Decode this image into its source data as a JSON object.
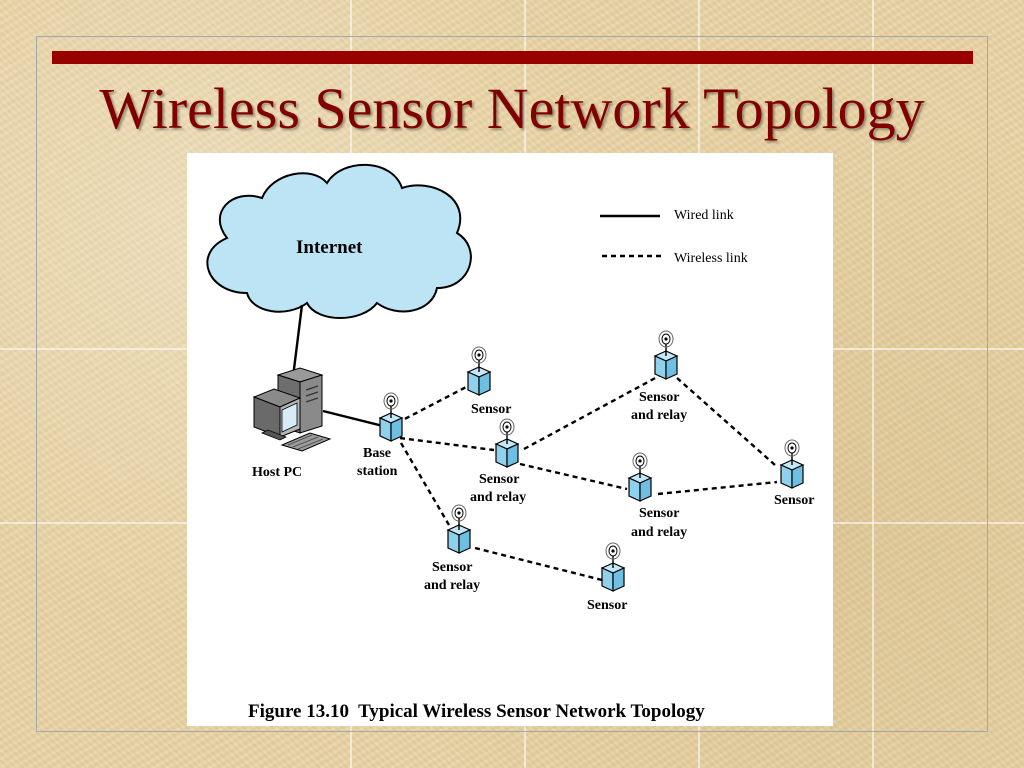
{
  "slide": {
    "title": "Wireless Sensor Network Topology"
  },
  "figure": {
    "caption": "Figure 13.10  Typical Wireless Sensor Network Topology",
    "legend": {
      "wired": "Wired link",
      "wireless": "Wireless link"
    },
    "internet_label": "Internet",
    "host_pc_label": "Host PC",
    "base_station_label": [
      "Base",
      "station"
    ],
    "sensor_label": "Sensor",
    "sensor_relay_label": [
      "Sensor",
      "and relay"
    ],
    "colors": {
      "cloud_fill": "#bde4f4",
      "node_fill": "#8fd0ec",
      "title_color": "#800000",
      "title_bar": "#990000"
    }
  }
}
